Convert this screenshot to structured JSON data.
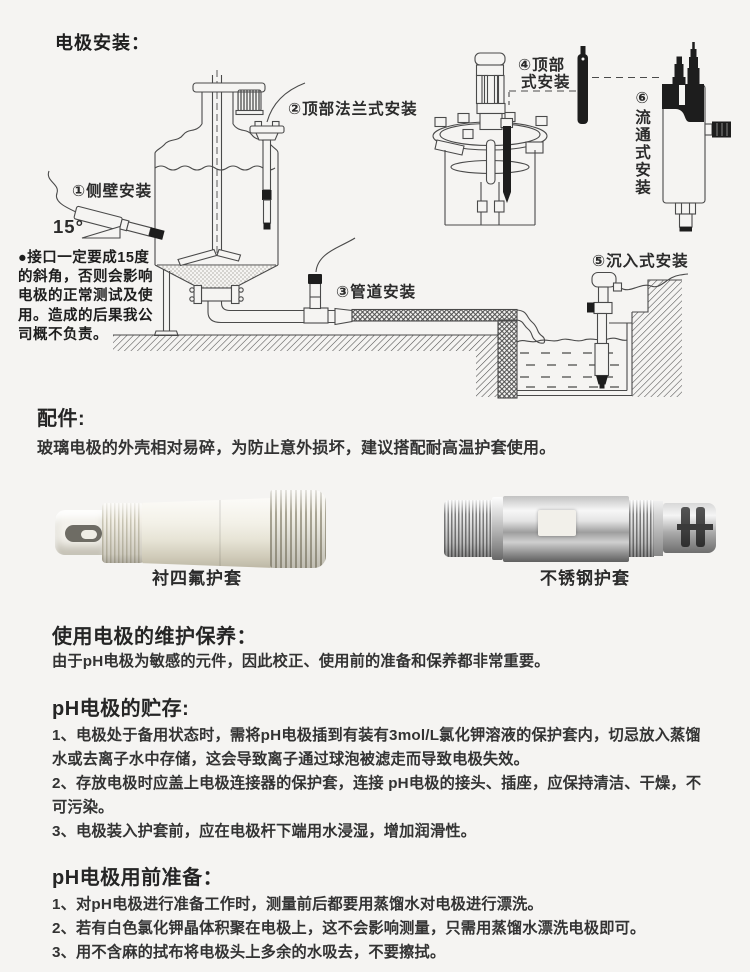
{
  "page": {
    "background": "#f5f4f2"
  },
  "installation": {
    "title": "电极安装：",
    "labels": {
      "side_wall": "①侧壁安装",
      "angle": "15°",
      "top_flange": "②顶部法兰式安装",
      "pipe": "③管道安装",
      "top_mount_line1": "④顶部",
      "top_mount_line2": "式安装",
      "submerged": "⑤沉入式安装",
      "flow_through": "⑥流通式安装"
    },
    "note_lines": [
      "●接口一定要成15度",
      "的斜角，否则会影响",
      "电极的正常测试及使",
      "用。造成的后果我公",
      "司概不负责。"
    ]
  },
  "accessories": {
    "title": "配件:",
    "description": "玻璃电极的外壳相对易碎，为防止意外损坏，建议搭配耐高温护套使用。",
    "products": [
      {
        "name": "衬四氟护套"
      },
      {
        "name": "不锈钢护套"
      }
    ]
  },
  "maintenance": {
    "title": "使用电极的维护保养：",
    "intro": "由于pH电极为敏感的元件，因此校正、使用前的准备和保养都非常重要。",
    "storage": {
      "title": "pH电极的贮存:",
      "lines": [
        "1、电极处于备用状态时，需将pH电极插到有装有3mol/L氯化钾溶液的保护套内，切忌放入蒸馏",
        "水或去离子水中存储，这会导致离子通过球泡被滤走而导致电极失效。",
        "2、存放电极时应盖上电极连接器的保护套，连接 pH电极的接头、插座，应保持清洁、干燥，不",
        "可污染。",
        "3、电极装入护套前，应在电极杆下端用水浸湿，增加润滑性。"
      ]
    },
    "preparation": {
      "title": "pH电极用前准备：",
      "lines": [
        "1、对pH电极进行准备工作时，测量前后都要用蒸馏水对电极进行漂洗。",
        "2、若有白色氯化钾晶体积聚在电极上，这不会影响测量，只需用蒸馏水漂洗电极即可。",
        "3、用不含麻的拭布将电极头上多余的水吸去，不要擦拭。"
      ]
    }
  }
}
